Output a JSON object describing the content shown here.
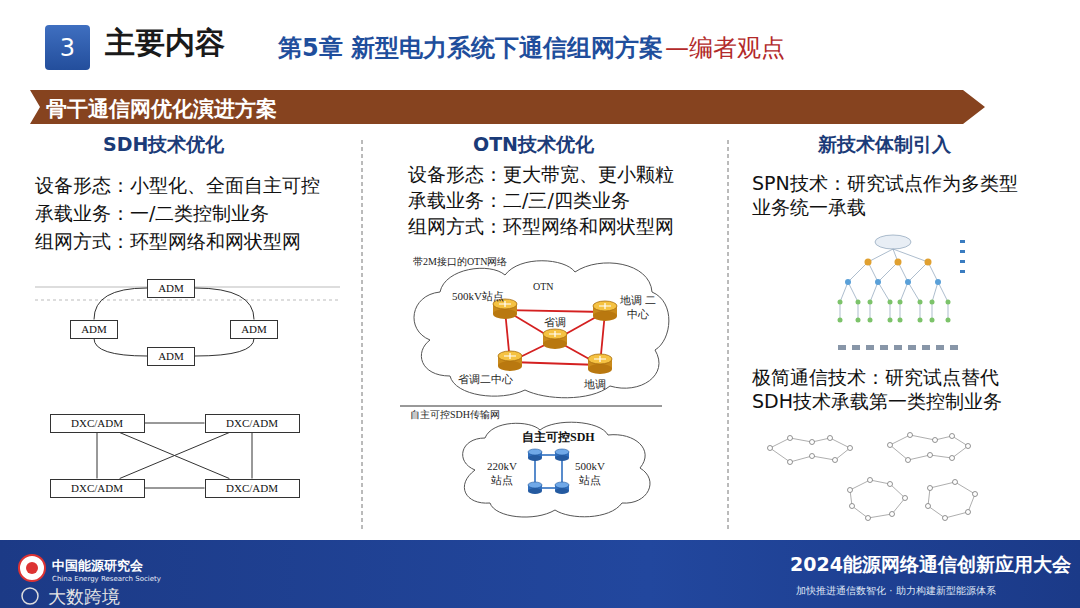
{
  "diagram": {
    "title": "第5章 新型电力系统下通信组网方案",
    "nodes": [
      {
        "text": [
          "3"
        ]
      },
      {
        "text": [
          "骨干通信网优化演进方案"
        ]
      },
      {
        "text": [
          "ADM"
        ]
      },
      {
        "text": [
          "ADM"
        ]
      },
      {
        "text": [
          "ADM"
        ]
      },
      {
        "text": [
          "ADM"
        ]
      },
      {
        "text": [
          "DXC/ADM"
        ]
      },
      {
        "text": [
          "DXC/ADM"
        ]
      },
      {
        "text": [
          "DXC/ADM"
        ]
      },
      {
        "text": [
          "DXC/ADM"
        ]
      },
      {
        "text": [
          "中国能源研究会",
          "China Energy Research Society",
          "2024能源网络通信创新应用大会",
          "加快推进通信数智化 · 助力构建新型能源体系"
        ]
      }
    ],
    "edges": [
      {
        "from": 2,
        "to": 4,
        "arrow": "none"
      },
      {
        "from": 4,
        "to": 5,
        "arrow": "none"
      },
      {
        "from": 5,
        "to": 3,
        "arrow": "none"
      },
      {
        "from": 3,
        "to": 2,
        "arrow": "none"
      },
      {
        "from": 6,
        "to": 7,
        "arrow": "none"
      },
      {
        "from": 8,
        "to": 9,
        "arrow": "none"
      },
      {
        "from": 6,
        "to": 8,
        "arrow": "none"
      },
      {
        "from": 7,
        "to": 9,
        "arrow": "none"
      },
      {
        "from": 6,
        "to": 9,
        "arrow": "none"
      },
      {
        "from": 7,
        "to": 8,
        "arrow": "none"
      }
    ],
    "labels": [
      "主要内容",
      "—编者观点",
      "SDH技术优化",
      "设备形态：小型化、全面自主可控",
      "承载业务：一/二类控制业务",
      "组网方式：环型网络和网状型网",
      "OTN技术优化",
      "设备形态：更大带宽、更小颗粒",
      "承载业务：二/三/四类业务",
      "组网方式：环型网络和网状型网",
      "带2M接口的OTN网络",
      "OTN",
      "500kV站点",
      "省调",
      "地调 二中心",
      "省调二中心",
      "地调",
      "自主可控SDH传输网",
      "自主可控SDH",
      "220kV 站点",
      "500kV 站点",
      "新技术体制引入",
      "SPN技术：研究试点作为多类型业务统一承载",
      "极简通信技术：研究试点替代SDH技术承载第一类控制业务",
      "大数跨境"
    ]
  }
}
